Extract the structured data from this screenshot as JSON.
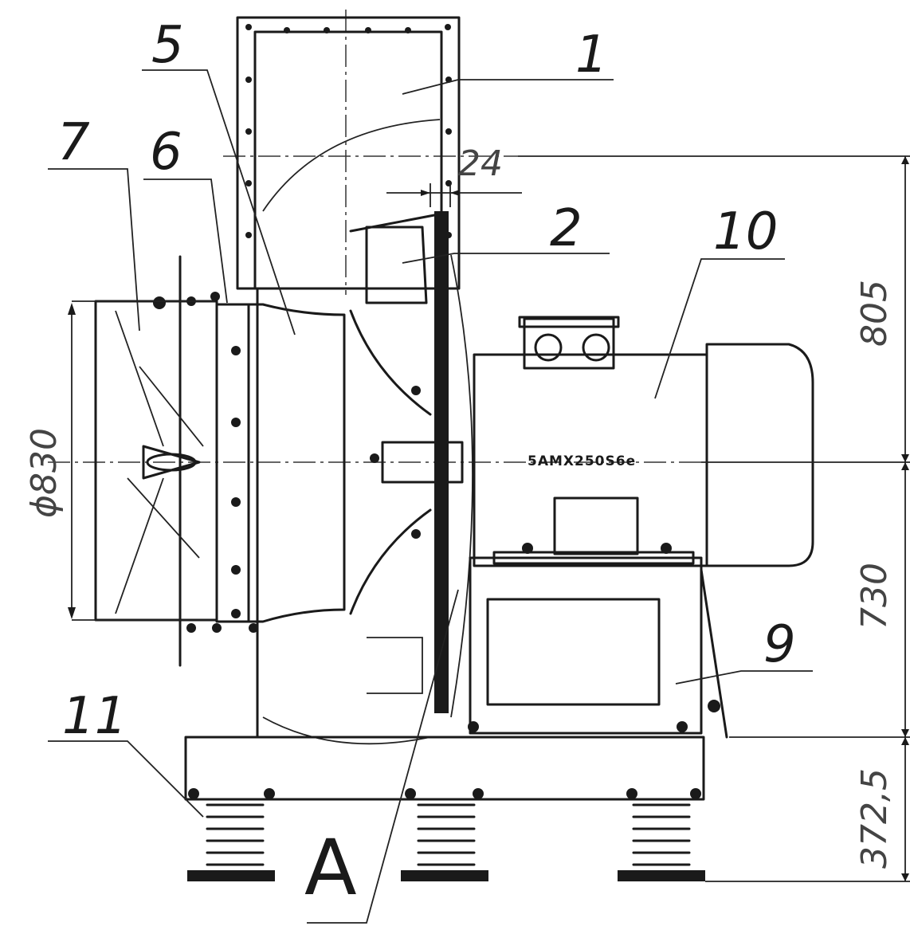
{
  "callouts": {
    "c1": "1",
    "c2": "2",
    "c5": "5",
    "c6": "6",
    "c7": "7",
    "c9": "9",
    "c10": "10",
    "c11": "11"
  },
  "dimensions": {
    "gap": "24",
    "diameter": "ϕ830",
    "h_upper": "805",
    "h_middle": "730",
    "h_lower": "372,5"
  },
  "motor_plate": "5АМХ250S6е",
  "view_label": "А"
}
